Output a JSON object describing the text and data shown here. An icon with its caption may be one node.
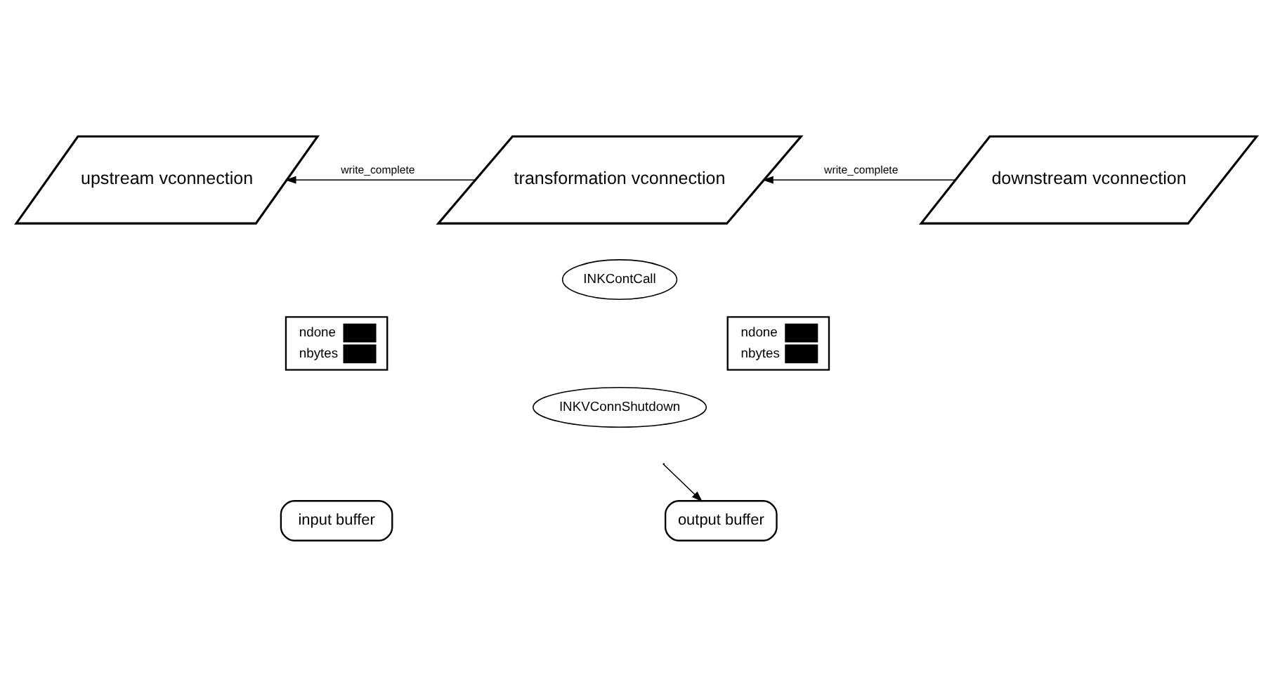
{
  "diagram": {
    "nodes": [
      {
        "text": [
          "upstream vconnection"
        ]
      },
      {
        "text": [
          "transformation vconnection"
        ]
      },
      {
        "text": [
          "downstream vconnection"
        ]
      },
      {
        "text": [
          "INKContCall"
        ]
      },
      {
        "text": [
          "INKVConnShutdown"
        ]
      },
      {
        "text": [
          "ndone",
          "nbytes"
        ]
      },
      {
        "text": [
          "input buffer"
        ]
      },
      {
        "text": [
          "ndone",
          "nbytes"
        ]
      },
      {
        "text": [
          "output buffer"
        ]
      }
    ],
    "edges": [
      {
        "from": 1,
        "to": 0,
        "label": "write_complete",
        "arrow": "to"
      },
      {
        "from": 2,
        "to": 1,
        "label": "write_complete",
        "arrow": "to"
      },
      {
        "from": null,
        "to": 8,
        "arrow": "to"
      }
    ]
  }
}
